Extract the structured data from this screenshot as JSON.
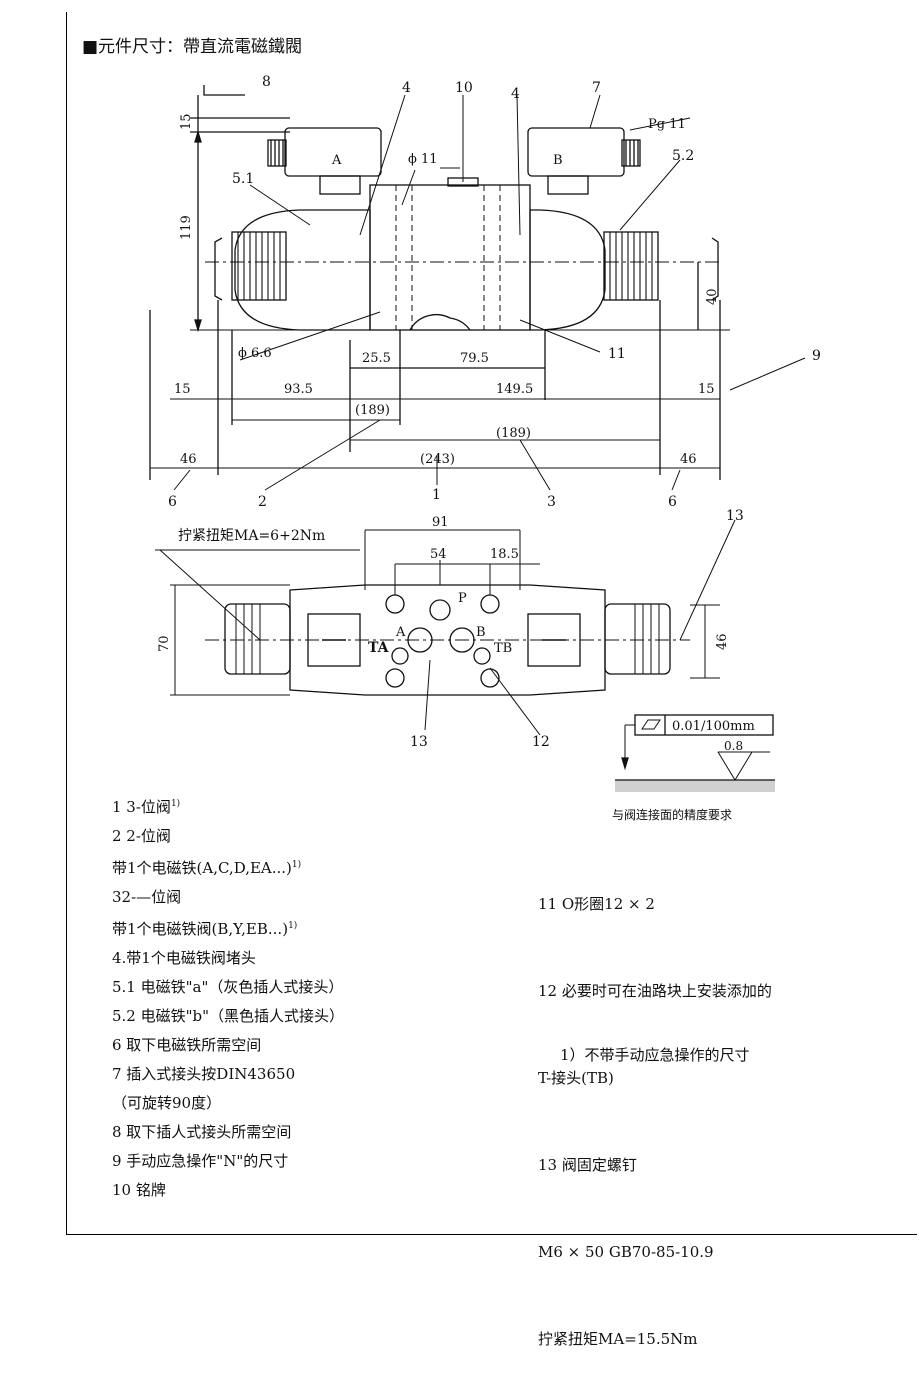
{
  "title": "■元件尺寸：帶直流電磁鐵閥",
  "top_view": {
    "callouts": [
      "8",
      "4",
      "10",
      "4",
      "7",
      "5.1",
      "5.2",
      "11",
      "9",
      "2",
      "1",
      "3",
      "6",
      "6"
    ],
    "dims": {
      "d15_top": "15",
      "d119": "119",
      "d40": "40",
      "phi11": "ϕ 11",
      "phi66": "ϕ 6.6",
      "pg11": "Pg 11",
      "d25_5": "25.5",
      "d79_5": "79.5",
      "d15_left": "15",
      "d93_5": "93.5",
      "d149_5": "149.5",
      "d15_right": "15",
      "d189a": "(189)",
      "d189b": "(189)",
      "d46_left": "46",
      "d243": "(243)",
      "d46_right": "46"
    },
    "plug_a": "A",
    "plug_b": "B"
  },
  "bottom_view": {
    "torque_label": "拧紧扭矩MA=6+2Nm",
    "dims": {
      "d91": "91",
      "d54": "54",
      "d18_5": "18.5",
      "d70": "70",
      "d46": "46"
    },
    "ports": {
      "p": "P",
      "a": "A",
      "b": "B",
      "ta": "TA",
      "tb": "TB"
    },
    "callouts": [
      "13",
      "13",
      "12"
    ]
  },
  "flatness": {
    "tolerance": "0.01/100mm",
    "roughness": "0.8",
    "caption": "与阀连接面的精度要求"
  },
  "legend_left": [
    {
      "text": "1 3-位阀",
      "sup": "1)"
    },
    {
      "text": "2 2-位阀",
      "sup": ""
    },
    {
      "text": " 带1个电磁铁(A,C,D,EA...)",
      "sup": "1)"
    },
    {
      "text": "32-—位阀",
      "sup": ""
    },
    {
      "text": " 带1个电磁铁阀(B,Y,EB...)",
      "sup": "1)"
    },
    {
      "text": "4.带1个电磁铁阀堵头",
      "sup": ""
    },
    {
      "text": "5.1 电磁铁\"a\"（灰色插人式接头）",
      "sup": ""
    },
    {
      "text": "5.2 电磁铁\"b\"（黑色插人式接头）",
      "sup": ""
    },
    {
      "text": "6 取下电磁铁所需空间",
      "sup": ""
    },
    {
      "text": "7 插入式接头按DIN43650",
      "sup": ""
    },
    {
      "text": "  （可旋转90度）",
      "sup": ""
    },
    {
      "text": "8 取下插人式接头所需空间",
      "sup": ""
    },
    {
      "text": "9 手动应急操作\"N\"的尺寸",
      "sup": ""
    },
    {
      "text": "10 铭牌",
      "sup": ""
    }
  ],
  "legend_right": [
    "11 O形圈12 × 2",
    "12 必要时可在油路块上安装添加的",
    "   T-接头(TB)",
    "13  阀固定螺钉",
    "     M6 × 50  GB70-85-10.9",
    "      拧紧扭矩MA=15.5Nm"
  ],
  "footnote": "1）不带手动应急操作的尺寸"
}
